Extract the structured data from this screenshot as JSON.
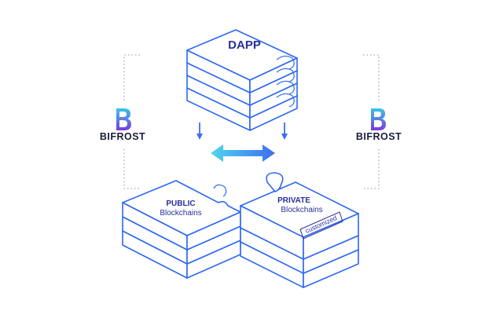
{
  "diagram": {
    "top_block_label": "DAPP",
    "public_block": {
      "title": "PUBLIC",
      "subtitle": "Blockchains"
    },
    "private_block": {
      "title": "PRIVATE",
      "subtitle": "Blockchains",
      "tag": "customized"
    },
    "left_brand": {
      "name": "BIFROST",
      "logo": "bifrost-logo-icon"
    },
    "right_brand": {
      "name": "BIFROST",
      "logo": "bifrost-logo-icon"
    },
    "arrows": [
      "down-arrow-icon",
      "down-arrow-icon",
      "double-arrow-icon"
    ],
    "colors": {
      "accent": "#2d68f0",
      "label": "#2a2f9a",
      "arrow_start": "#4fd7ef",
      "arrow_end": "#3d6df0",
      "logo_top": "#38c6e8",
      "logo_bottom": "#7b3bdc"
    }
  }
}
